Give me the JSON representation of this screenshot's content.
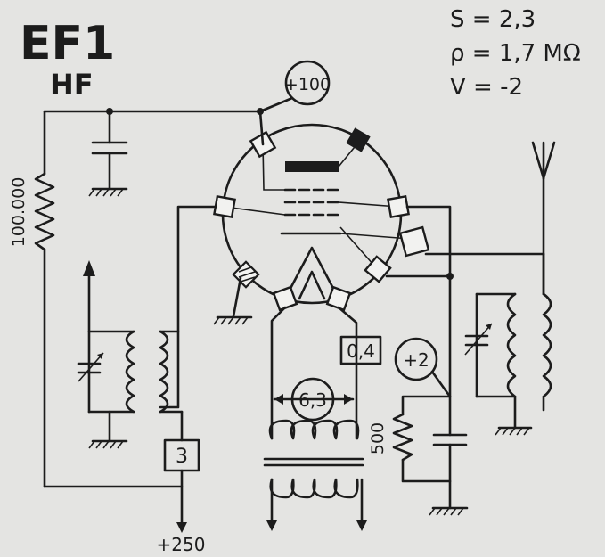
{
  "header": {
    "tube_name": "EF1",
    "function": "HF"
  },
  "specs": {
    "s_line": "S = 2,3",
    "rho_line": "ρ = 1,7 MΩ",
    "v_line": "V = -2"
  },
  "labels": {
    "screen_voltage": "+100",
    "cathode_voltage": "+2",
    "heater_voltage": "6,3",
    "heater_current": "0,4",
    "resistor_plate": "100.000",
    "resistor_cathode": "500",
    "pin_number": "3",
    "supply_voltage": "+250"
  },
  "colors": {
    "ink": "#1c1c1c",
    "paper": "#e4e4e2"
  }
}
